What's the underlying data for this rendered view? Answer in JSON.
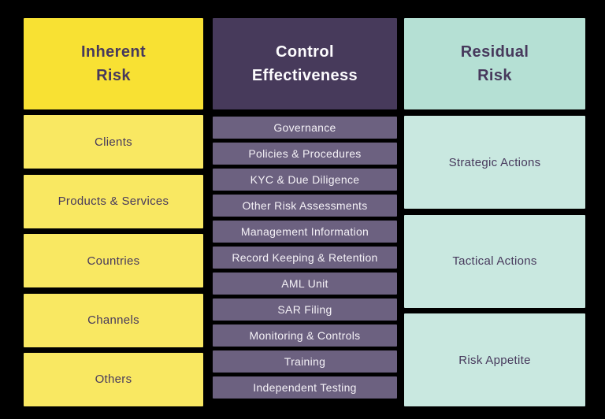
{
  "background": "#000000",
  "columns": [
    {
      "name": "inherent-risk",
      "header": {
        "line1": "Inherent",
        "line2": "Risk"
      },
      "colors": {
        "header_bg": "#F8E133",
        "item_bg": "#F9E862",
        "text": "#47395C"
      },
      "items": [
        "Clients",
        "Products & Services",
        "Countries",
        "Channels",
        "Others"
      ]
    },
    {
      "name": "control-effectiveness",
      "header": {
        "line1": "Control",
        "line2": "Effectiveness"
      },
      "colors": {
        "header_bg": "#473A5B",
        "item_bg": "#6C6180",
        "text": "#F5F2F7"
      },
      "items": [
        "Governance",
        "Policies & Procedures",
        "KYC & Due Diligence",
        "Other Risk Assessments",
        "Management Information",
        "Record Keeping & Retention",
        "AML Unit",
        "SAR Filing",
        "Monitoring & Controls",
        "Training",
        "Independent Testing"
      ]
    },
    {
      "name": "residual-risk",
      "header": {
        "line1": "Residual",
        "line2": "Risk"
      },
      "colors": {
        "header_bg": "#B5E0D4",
        "item_bg": "#C9E8E0",
        "text": "#47395C"
      },
      "items": [
        "Strategic Actions",
        "Tactical Actions",
        "Risk Appetite"
      ]
    }
  ]
}
